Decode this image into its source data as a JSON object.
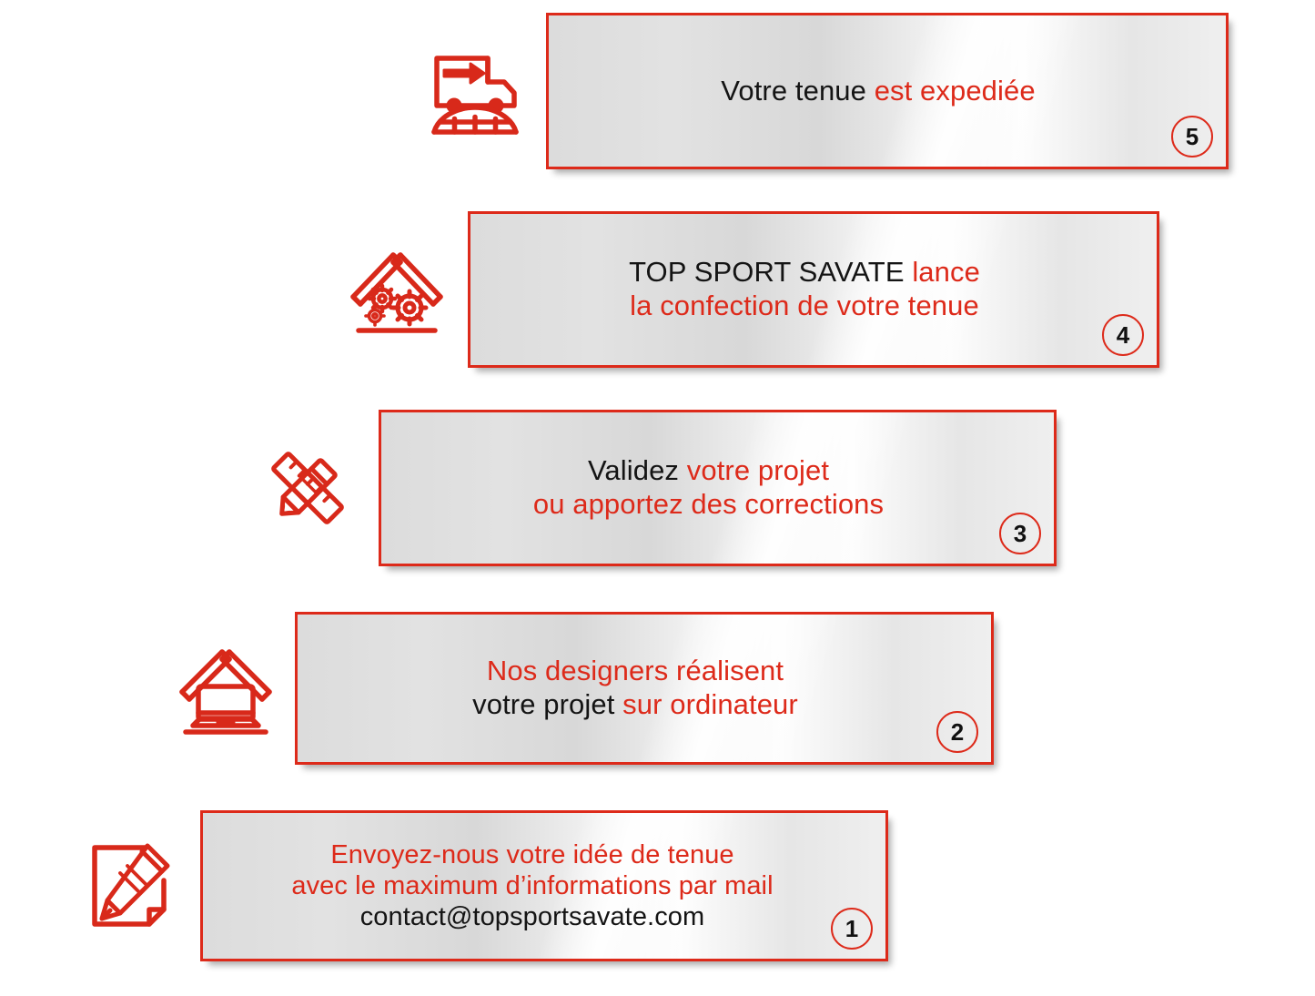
{
  "theme": {
    "accent_red": "#dd2a1a",
    "text_black": "#141414",
    "plaque_gray": "#e3e3e3",
    "page_background": "#ffffff"
  },
  "diagram": {
    "type": "process-steps",
    "direction": "bottom-to-top",
    "step_count": 5
  },
  "steps": [
    {
      "number": "5",
      "icon": "delivery-truck-globe-icon",
      "lines": [
        {
          "segments": [
            {
              "text": "Votre tenue ",
              "color": "black"
            },
            {
              "text": "est expediée",
              "color": "red"
            }
          ]
        }
      ]
    },
    {
      "number": "4",
      "icon": "factory-roof-gears-icon",
      "lines": [
        {
          "segments": [
            {
              "text": "TOP SPORT SAVATE ",
              "color": "black"
            },
            {
              "text": "lance",
              "color": "red"
            }
          ]
        },
        {
          "segments": [
            {
              "text": "la confection de votre tenue",
              "color": "red"
            }
          ]
        }
      ]
    },
    {
      "number": "3",
      "icon": "ruler-pencil-cross-icon",
      "lines": [
        {
          "segments": [
            {
              "text": "Validez ",
              "color": "black"
            },
            {
              "text": "votre projet",
              "color": "red"
            }
          ]
        },
        {
          "segments": [
            {
              "text": "ou apportez des corrections",
              "color": "red"
            }
          ]
        }
      ]
    },
    {
      "number": "2",
      "icon": "roof-laptop-icon",
      "lines": [
        {
          "segments": [
            {
              "text": "Nos designers réalisent",
              "color": "red"
            }
          ]
        },
        {
          "segments": [
            {
              "text": "votre projet ",
              "color": "black"
            },
            {
              "text": "sur ordinateur",
              "color": "red"
            }
          ]
        }
      ]
    },
    {
      "number": "1",
      "icon": "document-pencil-icon",
      "lines": [
        {
          "segments": [
            {
              "text": "Envoyez-nous votre idée de tenue",
              "color": "red"
            }
          ]
        },
        {
          "segments": [
            {
              "text": "avec le maximum d’informations par mail",
              "color": "red"
            }
          ]
        },
        {
          "segments": [
            {
              "text": "contact@topsportsavate.com",
              "color": "black"
            }
          ]
        }
      ]
    }
  ]
}
